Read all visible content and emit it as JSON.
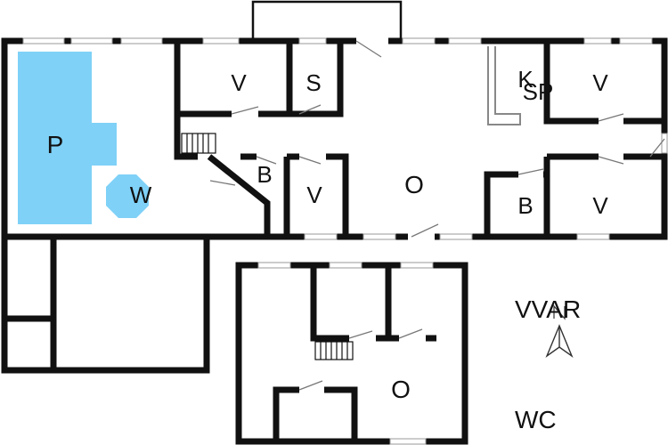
{
  "colors": {
    "wall": "#111111",
    "pool": "#7fd1f7",
    "background": "#ffffff",
    "window": "#ffffff",
    "door_line": "#777777",
    "thin_line": "#888888"
  },
  "labels": {
    "pool": "P",
    "whirlpool": "W",
    "bedroom_top_left": "V",
    "sauna": "S",
    "kitchen": "K",
    "play": "SP",
    "bedroom_top_right": "V",
    "bathroom_left": "B",
    "bedroom_middle": "V",
    "living_main": "O",
    "bathroom_right": "B",
    "bedroom_bottom_right": "V",
    "living_lower": "O"
  },
  "legend": {
    "vvar": "VVAR",
    "wc": "WC"
  },
  "icons": {
    "north": "north-arrow-icon",
    "stairs": "stairs-icon"
  }
}
